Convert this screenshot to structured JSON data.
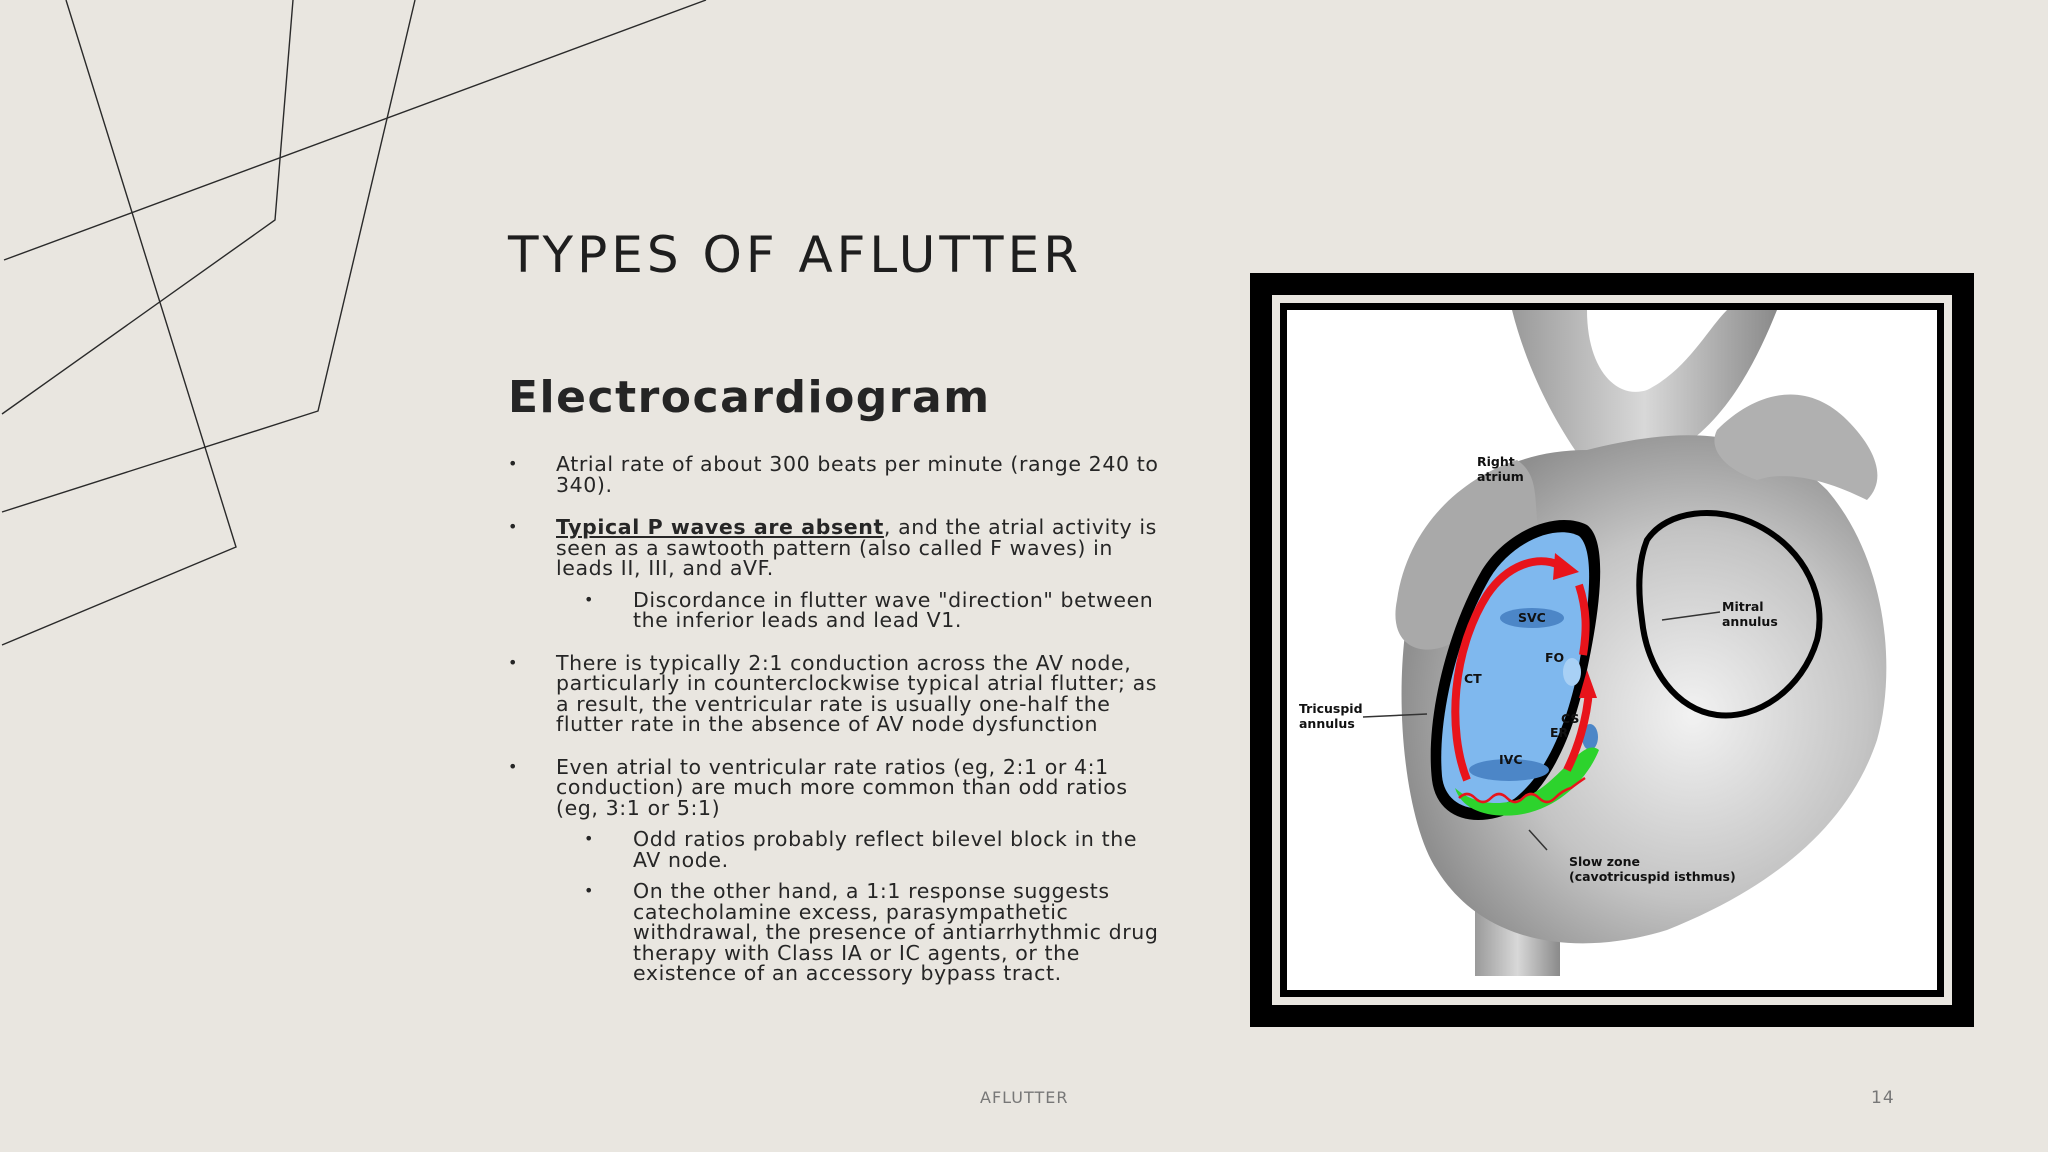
{
  "slide": {
    "title": "TYPES OF AFLUTTER",
    "subtitle": "Electrocardiogram",
    "footer": {
      "center": "AFLUTTER",
      "page": "14"
    }
  },
  "bullets": {
    "b1": "Atrial rate of about 300 beats per minute (range 240 to 340).",
    "b2_emphasis": "Typical P waves are absent",
    "b2_rest": ", and the atrial activity is seen as a sawtooth pattern (also called F waves) in leads II, III, and aVF.",
    "b2_sub1": "Discordance in flutter wave \"direction\" between the inferior leads and lead V1.",
    "b3": "There is typically 2:1 conduction across the AV node, particularly in counterclockwise typical atrial flutter; as a result, the ventricular rate is usually one-half the flutter rate in the absence of AV node dysfunction",
    "b4": "Even atrial to ventricular rate ratios (eg, 2:1 or 4:1 conduction) are much more common than odd ratios (eg, 3:1 or 5:1)",
    "b4_sub1": "Odd ratios probably reflect bilevel block in the AV node.",
    "b4_sub2": "On the other hand, a 1:1 response suggests catecholamine excess, parasympathetic withdrawal, the presence of antiarrhythmic drug therapy with Class IA or IC agents, or the existence of an accessory bypass tract."
  },
  "figure": {
    "labels": {
      "right_atrium_1": "Right",
      "right_atrium_2": "atrium",
      "mitral_1": "Mitral",
      "mitral_2": "annulus",
      "tricuspid_1": "Tricuspid",
      "tricuspid_2": "annulus",
      "svc": "SVC",
      "fo": "FO",
      "ct": "CT",
      "cs": "CS",
      "er": "ER",
      "ivc": "IVC",
      "slow_zone_1": "Slow zone",
      "slow_zone_2": "(cavotricuspid isthmus)"
    },
    "colors": {
      "atrium_fill": "#7fb8ee",
      "circuit_arrow": "#e8141b",
      "slow_zone": "#2dd32d",
      "heart": "#bdbdbd"
    }
  }
}
